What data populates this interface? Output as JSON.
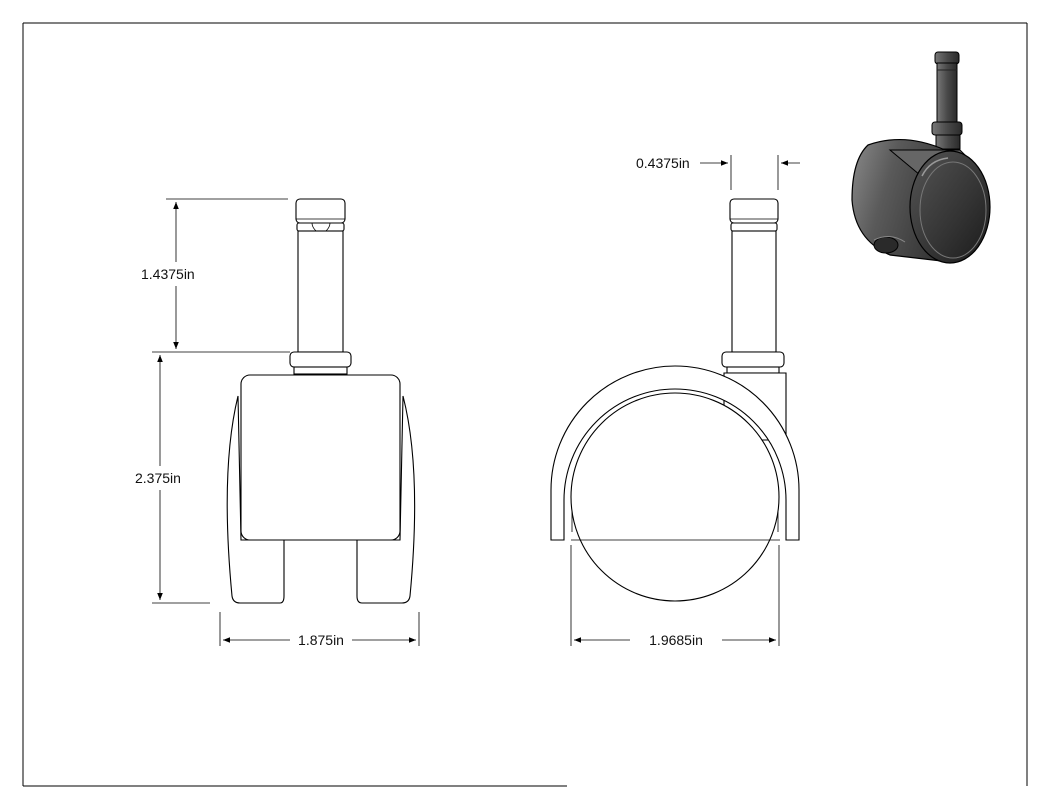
{
  "drawing": {
    "dimensions": {
      "stem_height": "1.4375in",
      "body_height": "2.375in",
      "front_width": "1.875in",
      "wheel_diameter": "1.9685in",
      "stem_diameter": "0.4375in"
    }
  }
}
